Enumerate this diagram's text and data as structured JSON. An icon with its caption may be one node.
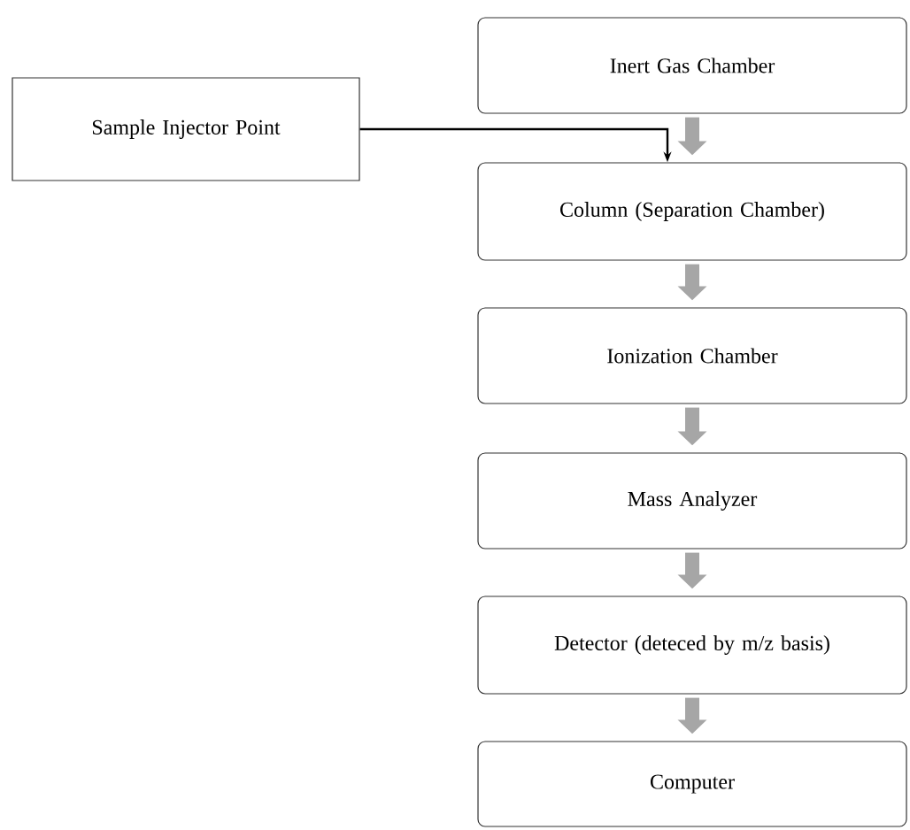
{
  "diagram": {
    "nodes": [
      {
        "text": [
          "Inert Gas Chamber"
        ]
      },
      {
        "text": [
          "Sample Injector Point"
        ]
      },
      {
        "text": [
          "Column (Separation Chamber)"
        ]
      },
      {
        "text": [
          "Ionization Chamber"
        ]
      },
      {
        "text": [
          "Mass Analyzer"
        ]
      },
      {
        "text": [
          "Detector (deteced by m/z basis)"
        ]
      },
      {
        "text": [
          "Computer"
        ]
      }
    ],
    "edges": [
      {
        "from": 0,
        "to": 2,
        "arrow": "to"
      },
      {
        "from": 1,
        "to": 2,
        "arrow": "to",
        "color": "#000000"
      },
      {
        "from": 2,
        "to": 3,
        "arrow": "to"
      },
      {
        "from": 3,
        "to": 4,
        "arrow": "to"
      },
      {
        "from": 4,
        "to": 5,
        "arrow": "to"
      },
      {
        "from": 5,
        "to": 6,
        "arrow": "to"
      }
    ]
  }
}
